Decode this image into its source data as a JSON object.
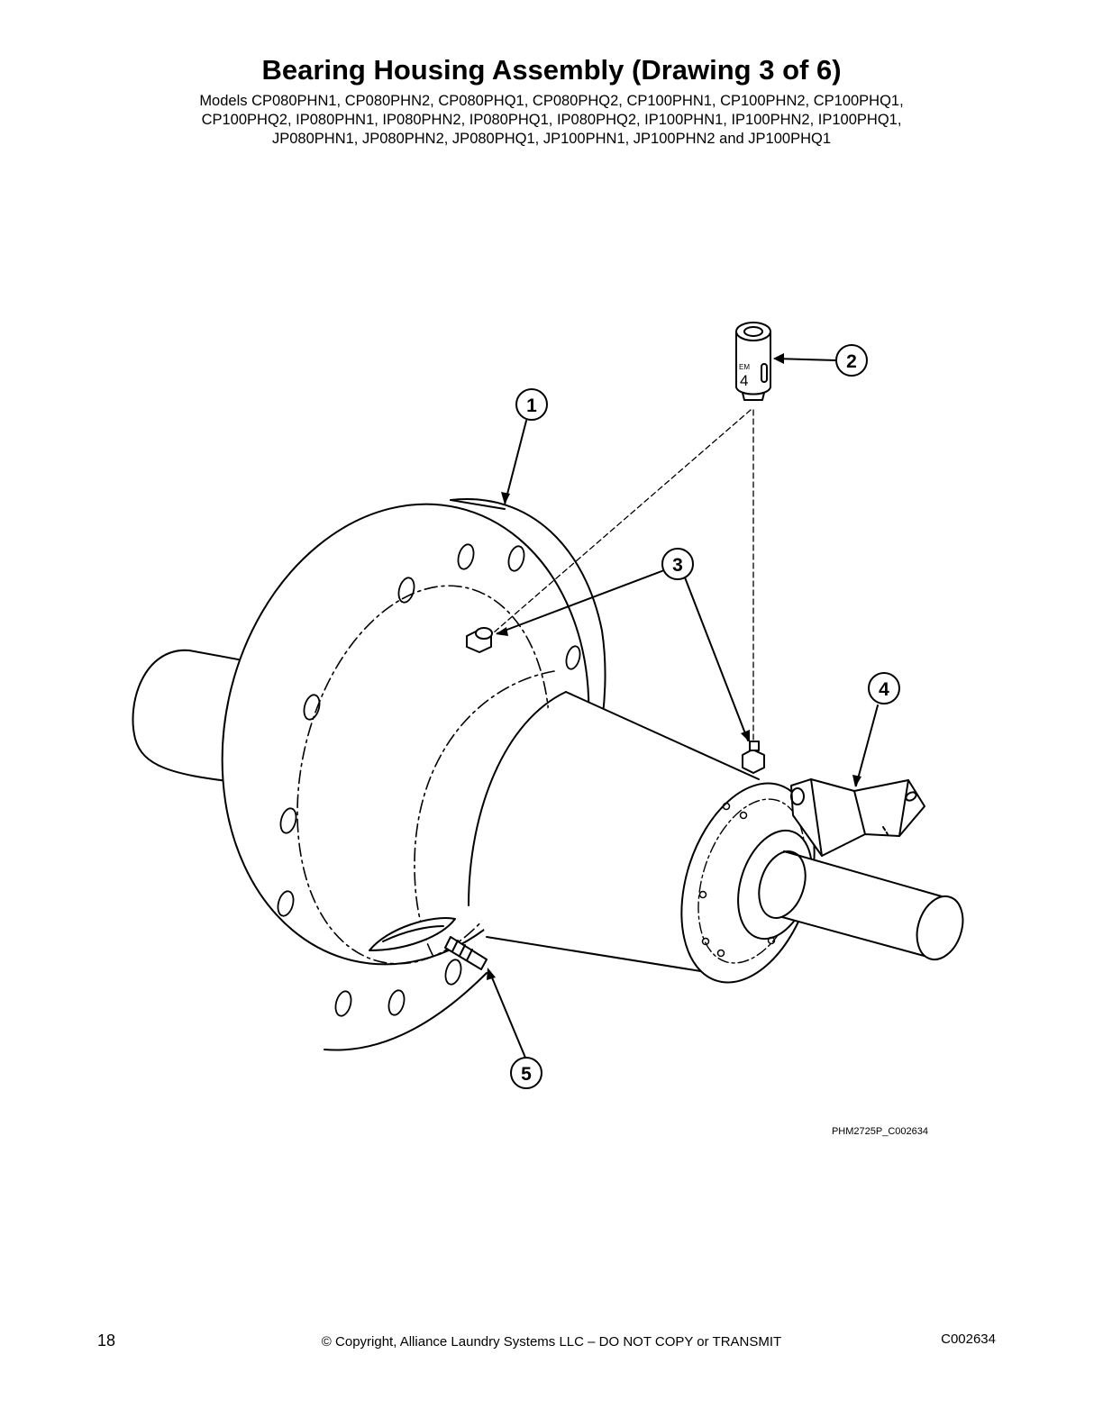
{
  "document": {
    "title": "Bearing Housing Assembly (Drawing 3 of 6)",
    "models_lines": [
      "Models CP080PHN1, CP080PHN2, CP080PHQ1, CP080PHQ2, CP100PHN1, CP100PHN2, CP100PHQ1,",
      "CP100PHQ2, IP080PHN1, IP080PHN2, IP080PHQ1, IP080PHQ2, IP100PHN1, IP100PHN2, IP100PHQ1,",
      "JP080PHN1, JP080PHN2, JP080PHQ1, JP100PHN1, JP100PHN2 and JP100PHQ1"
    ]
  },
  "drawing": {
    "reference_code": "PHM2725P_C002634",
    "callouts": [
      "1",
      "2",
      "3",
      "4",
      "5"
    ],
    "lubricator_label": "4",
    "lubricator_text": "EM"
  },
  "footer": {
    "page_number": "18",
    "copyright": "© Copyright, Alliance Laundry Systems LLC – DO NOT COPY or TRANSMIT",
    "doc_code": "C002634"
  }
}
